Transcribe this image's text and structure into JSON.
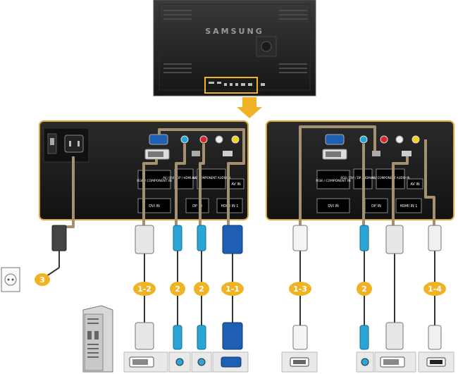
{
  "diagram": {
    "monitor": {
      "brand": "SAMSUNG"
    },
    "left_panel": {
      "labels": {
        "rgb": "RGB / COMPONENT IN",
        "av_out": "AV / DVI / DP / HDMI AUDIO IN",
        "av_comp": "AV / COMPONENT AUDIO IN",
        "av_in": "AV IN",
        "dvi_in": "DVI IN",
        "dp_in": "DP IN",
        "hdmi_in": "HDMI IN 1"
      }
    },
    "right_panel": {
      "labels": {
        "rgb": "RGB / COMPONENT IN",
        "av_out": "RGB / DVI / DP / HDMI AUDIO IN",
        "av_comp": "AV / COMPONENT AUDIO IN",
        "av_in": "AV IN",
        "dvi_in": "DVI IN",
        "dp_in": "DP IN",
        "hdmi_in": "HDMI IN 1"
      }
    },
    "badges": {
      "power": "3",
      "dvi": "1-2",
      "audio_a": "2",
      "audio_b": "2",
      "vga": "1-1",
      "dp": "1-3",
      "audio_c": "2",
      "hdmi": "1-4"
    },
    "colors": {
      "panel": "#1e1e1e",
      "panel_border": "#d7a93a",
      "badge": "#f0b323",
      "cable": "#a69072",
      "audio_plug": "#2aa6d6",
      "vga_plug": "#1f5fb3"
    }
  }
}
